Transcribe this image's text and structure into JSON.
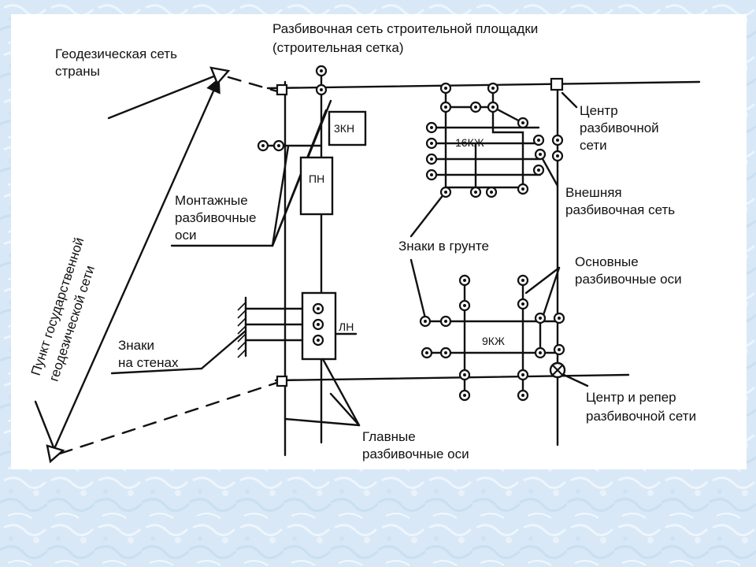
{
  "colors": {
    "ink": "#111111",
    "paper": "#ffffff",
    "slide_background": "#dbe9f6"
  },
  "labels": {
    "title_line1": "Разбивочная сеть строительной площадки",
    "title_line2": "(строительная сетка)",
    "geodetic_country_line1": "Геодезическая сеть",
    "geodetic_country_line2": "страны",
    "state_point_line1": "Пункт государственной",
    "state_point_line2": "геодезической сети",
    "mounting_axes_line1": "Монтажные",
    "mounting_axes_line2": "разбивочные",
    "mounting_axes_line3": "оси",
    "wall_marks_line1": "Знаки",
    "wall_marks_line2": "на стенах",
    "ground_marks": "Знаки в грунте",
    "center_line1": "Центр",
    "center_line2": "разбивочной",
    "center_line3": "сети",
    "external_line1": "Внешняя",
    "external_line2": "разбивочная сеть",
    "basic_axes_line1": "Основные",
    "basic_axes_line2": "разбивочные оси",
    "main_axes_line1": "Главные",
    "main_axes_line2": "разбивочные оси",
    "center_benchmark_line1": "Центр и репер",
    "center_benchmark_line2": "разбивочной сети",
    "bld_3kn": "3КН",
    "bld_pn": "ПН",
    "bld_ln": "ЛН",
    "bld_16kzh": "16КЖ",
    "bld_9kzh": "9КЖ"
  }
}
